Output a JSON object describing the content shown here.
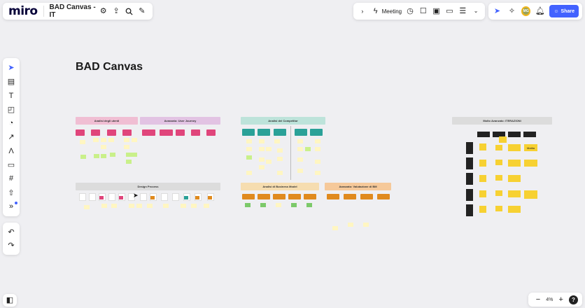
{
  "app": {
    "logo": "miro",
    "board_title": "BAD Canvas - IT"
  },
  "top_right": {
    "meeting_label": "Meeting",
    "share_label": "Share",
    "avatar_initials": "MG"
  },
  "canvas": {
    "title": "BAD Canvas",
    "frames": [
      {
        "label": "Analisi degli utenti",
        "color": "#f0bed3"
      },
      {
        "label": "Avanzato: User Journey",
        "color": "#e2c3e3"
      },
      {
        "label": "Analisi dei Competitor",
        "color": "#bde3da"
      },
      {
        "label": "Molto Avanzato: ITERAZIONI",
        "color": "#dcdcdc"
      },
      {
        "label": "Design Process",
        "color": "#dcdcdc"
      },
      {
        "label": "Analisi di Business Model",
        "color": "#f6ddb0"
      },
      {
        "label": "Avanzato: Valutazione di BM",
        "color": "#f6c99a"
      }
    ],
    "sticky_labels": {
      "mattia": "Mattia"
    }
  },
  "zoom": {
    "level": "4%",
    "help": "?"
  },
  "colors": {
    "accent": "#4262ff",
    "pink": "#e0457b",
    "teal": "#2aa198",
    "orange": "#e08a1e",
    "dark": "#222222",
    "yellow": "#f7d132"
  }
}
